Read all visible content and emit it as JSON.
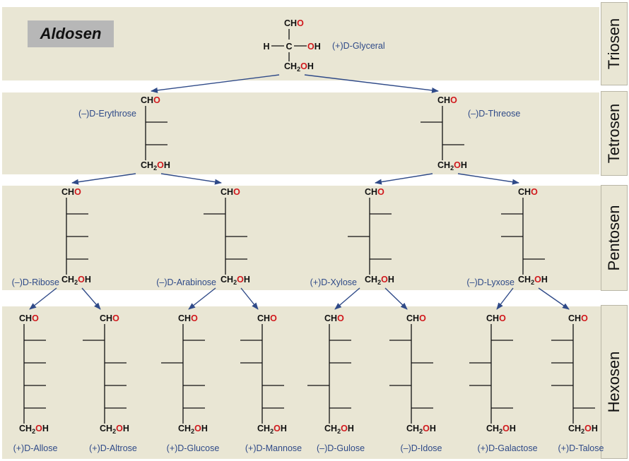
{
  "title": "Aldosen",
  "groups": [
    "Triosen",
    "Tetrosen",
    "Pentosen",
    "Hexosen"
  ],
  "chem": {
    "c": "C",
    "h": "H",
    "o": "O",
    "two": "2",
    "oh": "OH",
    "h_atom": "H"
  },
  "colors": {
    "band": "#e9e6d4",
    "name": "#2f4a88",
    "oxygen": "#d0181c",
    "arrow": "#2f4a88"
  },
  "sugars": [
    {
      "id": "glyceral",
      "level": 0,
      "name": "(+)D-Glyceral",
      "pattern": [
        "R"
      ]
    },
    {
      "id": "erythrose",
      "level": 1,
      "name": "(–)D-Erythrose",
      "pattern": [
        "R",
        "R"
      ]
    },
    {
      "id": "threose",
      "level": 1,
      "name": "(–)D-Threose",
      "pattern": [
        "L",
        "R"
      ]
    },
    {
      "id": "ribose",
      "level": 2,
      "name": "(–)D-Ribose",
      "pattern": [
        "R",
        "R",
        "R"
      ]
    },
    {
      "id": "arabinose",
      "level": 2,
      "name": "(–)D-Arabinose",
      "pattern": [
        "L",
        "R",
        "R"
      ]
    },
    {
      "id": "xylose",
      "level": 2,
      "name": "(+)D-Xylose",
      "pattern": [
        "R",
        "L",
        "R"
      ]
    },
    {
      "id": "lyxose",
      "level": 2,
      "name": "(–)D-Lyxose",
      "pattern": [
        "L",
        "L",
        "R"
      ]
    },
    {
      "id": "allose",
      "level": 3,
      "name": "(+)D-Allose",
      "pattern": [
        "R",
        "R",
        "R",
        "R"
      ]
    },
    {
      "id": "altrose",
      "level": 3,
      "name": "(+)D-Altrose",
      "pattern": [
        "L",
        "R",
        "R",
        "R"
      ]
    },
    {
      "id": "glucose",
      "level": 3,
      "name": "(+)D-Glucose",
      "pattern": [
        "R",
        "L",
        "R",
        "R"
      ]
    },
    {
      "id": "mannose",
      "level": 3,
      "name": "(+)D-Mannose",
      "pattern": [
        "L",
        "L",
        "R",
        "R"
      ]
    },
    {
      "id": "gulose",
      "level": 3,
      "name": "(–)D-Gulose",
      "pattern": [
        "R",
        "R",
        "L",
        "R"
      ]
    },
    {
      "id": "idose",
      "level": 3,
      "name": "(–)D-Idose",
      "pattern": [
        "L",
        "R",
        "L",
        "R"
      ]
    },
    {
      "id": "galactose",
      "level": 3,
      "name": "(+)D-Galactose",
      "pattern": [
        "R",
        "L",
        "L",
        "R"
      ]
    },
    {
      "id": "talose",
      "level": 3,
      "name": "(+)D-Talose",
      "pattern": [
        "L",
        "L",
        "L",
        "R"
      ]
    }
  ],
  "links": [
    [
      "glyceral",
      "erythrose"
    ],
    [
      "glyceral",
      "threose"
    ],
    [
      "erythrose",
      "ribose"
    ],
    [
      "erythrose",
      "arabinose"
    ],
    [
      "threose",
      "xylose"
    ],
    [
      "threose",
      "lyxose"
    ],
    [
      "ribose",
      "allose"
    ],
    [
      "ribose",
      "altrose"
    ],
    [
      "arabinose",
      "glucose"
    ],
    [
      "arabinose",
      "mannose"
    ],
    [
      "xylose",
      "gulose"
    ],
    [
      "xylose",
      "idose"
    ],
    [
      "lyxose",
      "galactose"
    ],
    [
      "lyxose",
      "talose"
    ]
  ]
}
